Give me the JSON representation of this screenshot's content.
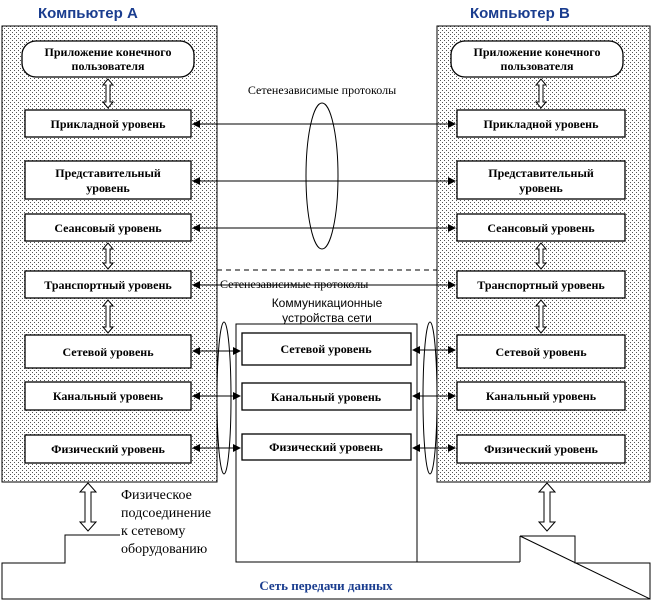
{
  "computer_a": {
    "title": "Компьютер А",
    "app": [
      "Приложение конечного",
      "пользователя"
    ],
    "layers": {
      "application": "Прикладной уровень",
      "presentation": [
        "Представительный",
        "уровень"
      ],
      "session": "Сеансовый уровень",
      "transport": "Транспортный уровень",
      "network": "Сетевой уровень",
      "datalink": "Канальный уровень",
      "physical": "Физический уровень"
    }
  },
  "computer_b": {
    "title": "Компьютер В",
    "app": [
      "Приложение конечного",
      "пользователя"
    ],
    "layers": {
      "application": "Прикладной уровень",
      "presentation": [
        "Представительный",
        "уровень"
      ],
      "session": "Сеансовый уровень",
      "transport": "Транспортный уровень",
      "network": "Сетевой уровень",
      "datalink": "Канальный уровень",
      "physical": "Физический уровень"
    }
  },
  "comm_devices": {
    "title": [
      "Коммуникационные",
      "устройства сети"
    ],
    "layers": {
      "network": "Сетевой уровень",
      "datalink": "Канальный уровень",
      "physical": "Физический уровень"
    }
  },
  "labels": {
    "network_independent": "Сетенезависимые протоколы",
    "network_dependent": "Сетенезависимые протоколы",
    "physical_connection": [
      "Физическое",
      "подсоединение",
      "к сетевому",
      "оборудованию"
    ],
    "data_network": "Сеть передачи данных"
  },
  "colors": {
    "title": "#1a3d8f",
    "stack_fill": "dotted-gray",
    "line": "#000000"
  }
}
